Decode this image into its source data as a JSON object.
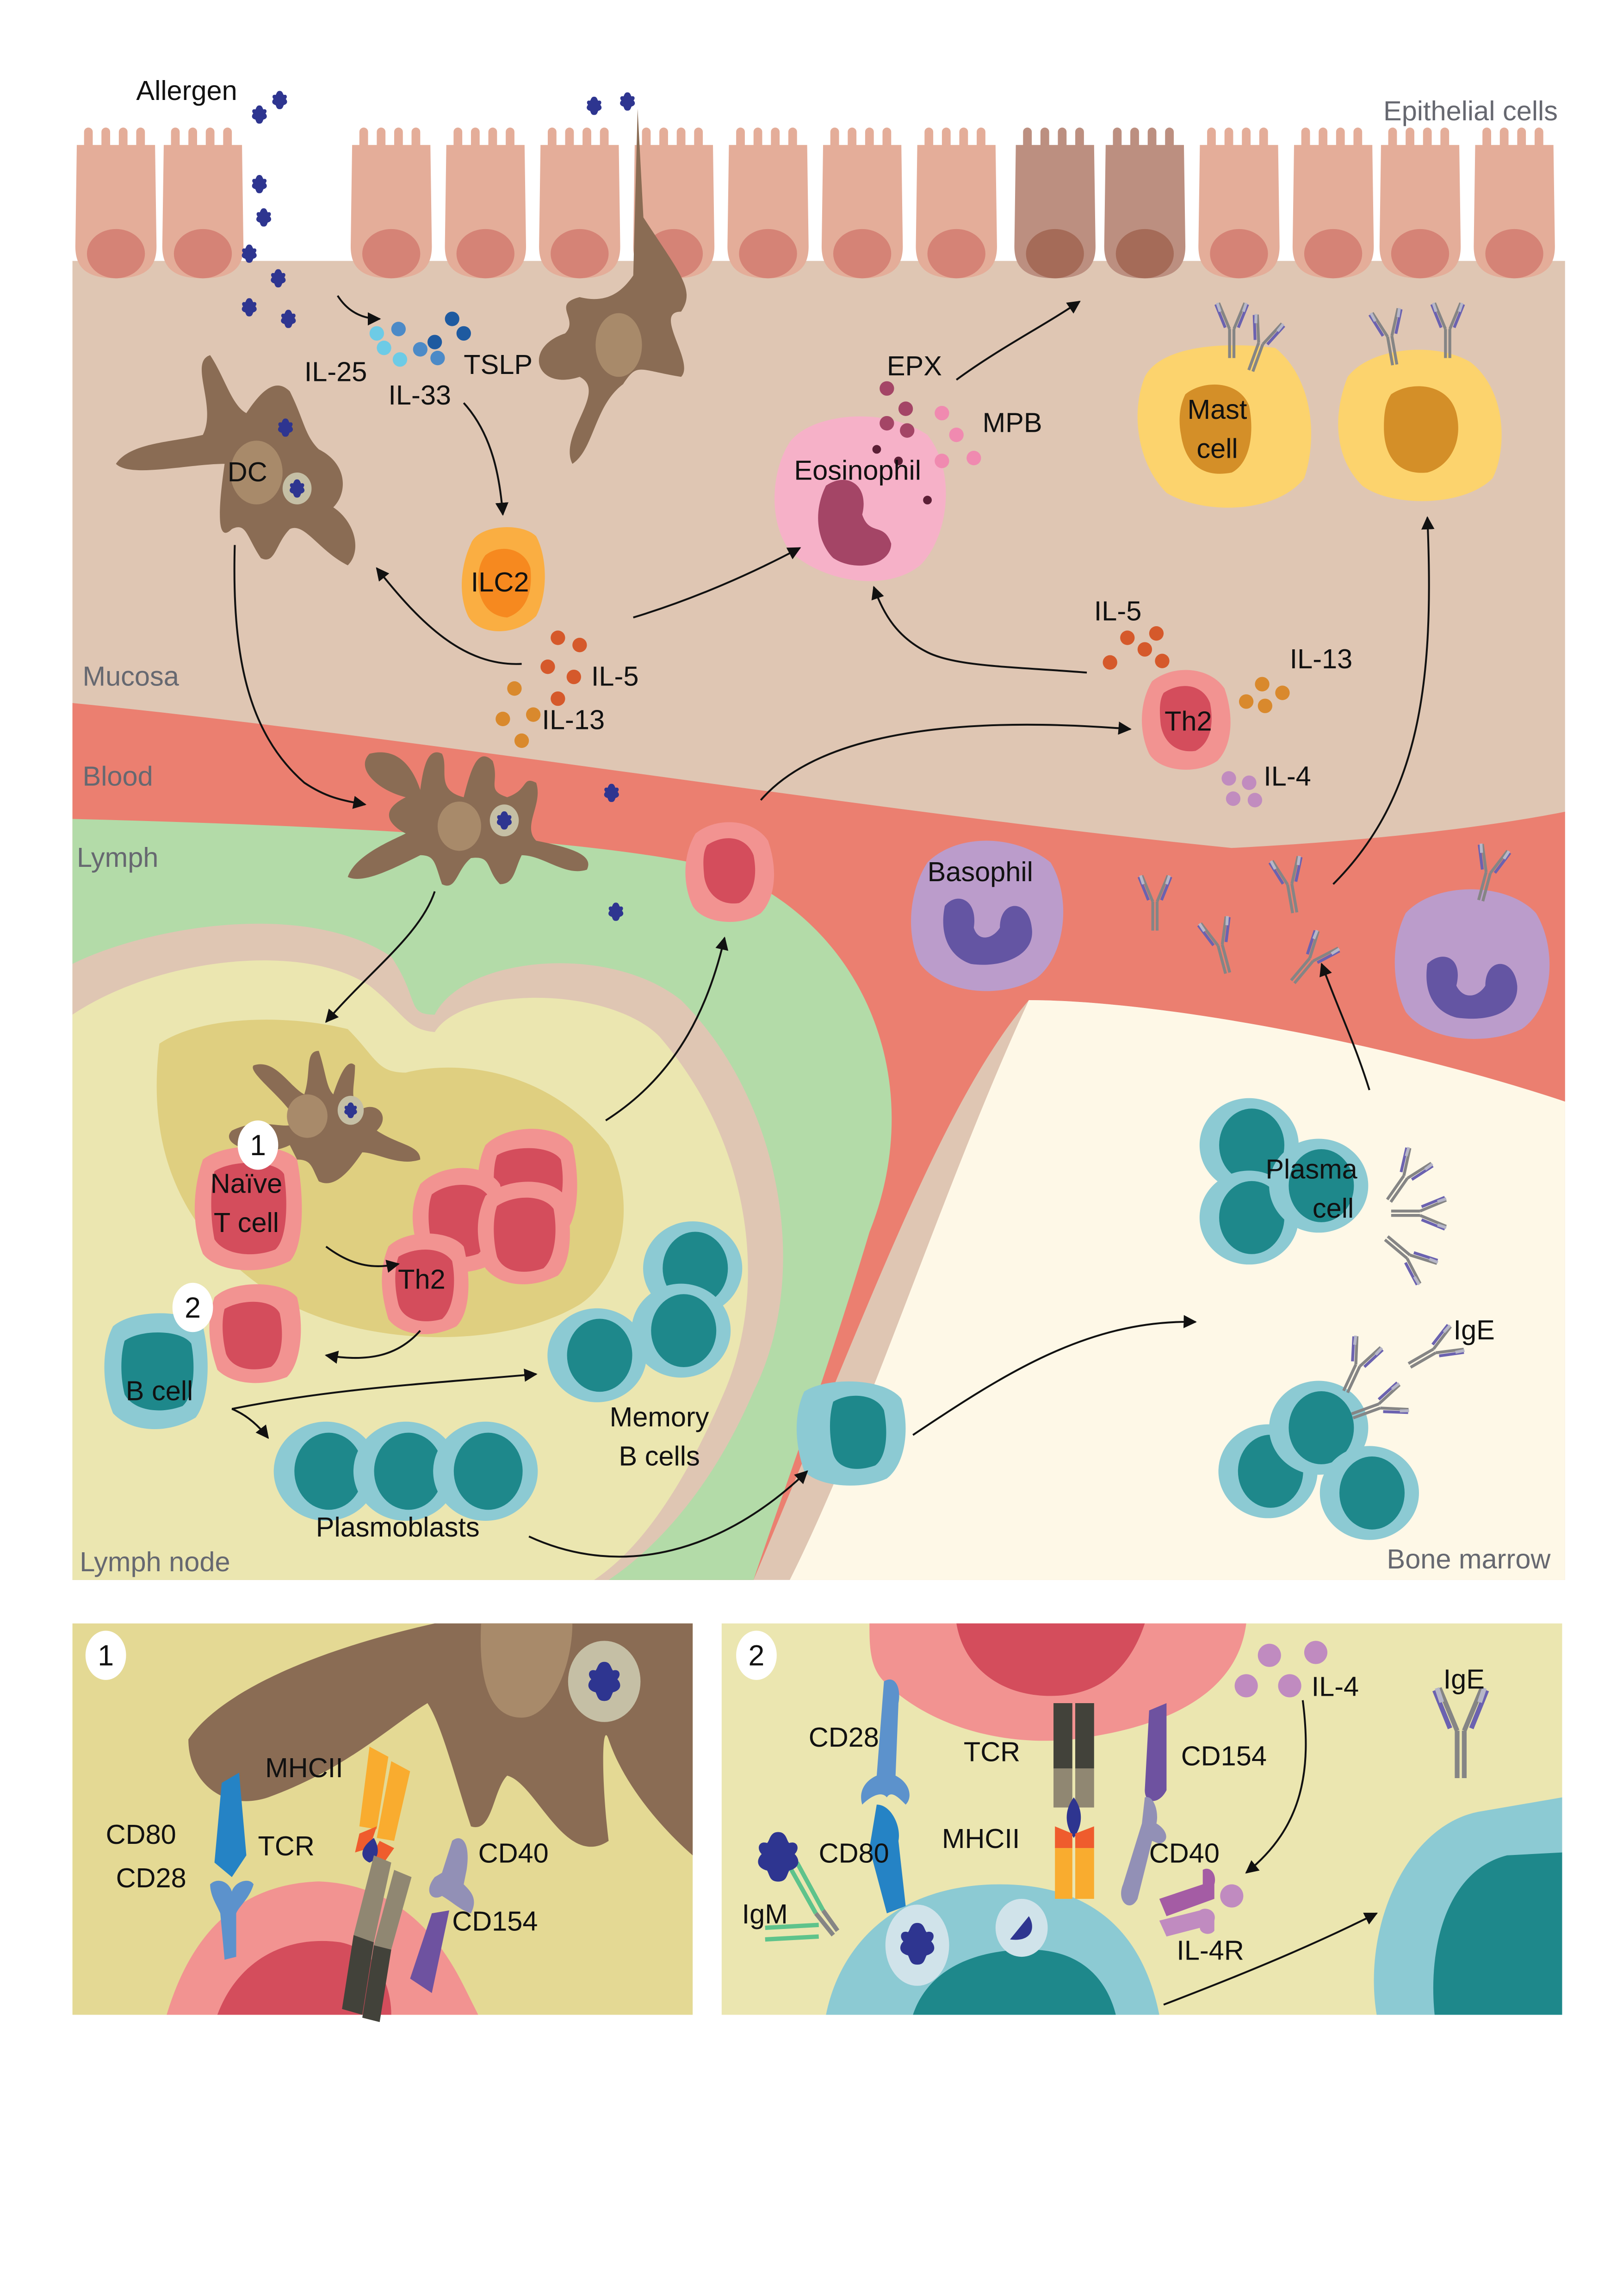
{
  "regions": {
    "epithelial": "Epithelial cells",
    "mucosa": "Mucosa",
    "blood": "Blood",
    "lymph": "Lymph",
    "lymph_node": "Lymph node",
    "bone_marrow": "Bone marrow"
  },
  "labels": {
    "allergen": "Allergen",
    "il25": "IL-25",
    "il33": "IL-33",
    "tslp": "TSLP",
    "dc": "DC",
    "ilc2": "ILC2",
    "ilc2_il5": "IL-5",
    "ilc2_il13": "IL-13",
    "epx": "EPX",
    "mpb": "MPB",
    "eosinophil": "Eosinophil",
    "mast_cell_line1": "Mast",
    "mast_cell_line2": "cell",
    "th2_il5": "IL-5",
    "th2_il13": "IL-13",
    "th2_il4": "IL-4",
    "th2_mucosa": "Th2",
    "basophil": "Basophil",
    "naive_line1": "Naïve",
    "naive_line2": "T cell",
    "th2_node": "Th2",
    "b_cell": "B cell",
    "memory_line1": "Memory",
    "memory_line2": "B cells",
    "plasmoblasts": "Plasmoblasts",
    "plasma_line1": "Plasma",
    "plasma_line2": "cell",
    "ige": "IgE"
  },
  "markers": {
    "one": "1",
    "two": "2"
  },
  "inset1": {
    "number": "1",
    "cd80": "CD80",
    "cd28": "CD28",
    "mhcii": "MHCII",
    "tcr": "TCR",
    "cd40": "CD40",
    "cd154": "CD154"
  },
  "inset2": {
    "number": "2",
    "cd28": "CD28",
    "tcr": "TCR",
    "cd154": "CD154",
    "il4": "IL-4",
    "ige": "IgE",
    "cd80": "CD80",
    "mhcii": "MHCII",
    "cd40": "CD40",
    "igm": "IgM",
    "il4r": "IL-4R"
  },
  "colors": {
    "epithelium": "#e4ad99",
    "epithelium_nucleus": "#d58376",
    "mucosa": "#dfc6b3",
    "blood": "#eb7f70",
    "lymph": "#b3dba8",
    "lymph_node": "#ebe6b0",
    "bone_marrow": "#fef8e7",
    "dc": "#8a6c54",
    "allergen": "#2e3590",
    "t_cell": "#f29391",
    "t_cell_nucleus": "#d44d5c",
    "b_cell": "#8ccad3",
    "b_cell_nucleus": "#1e888b",
    "mast_cell": "#fcd36d",
    "eosinophil": "#f6b1c8",
    "basophil": "#bb9ccb",
    "ilc2": "#faae42"
  }
}
